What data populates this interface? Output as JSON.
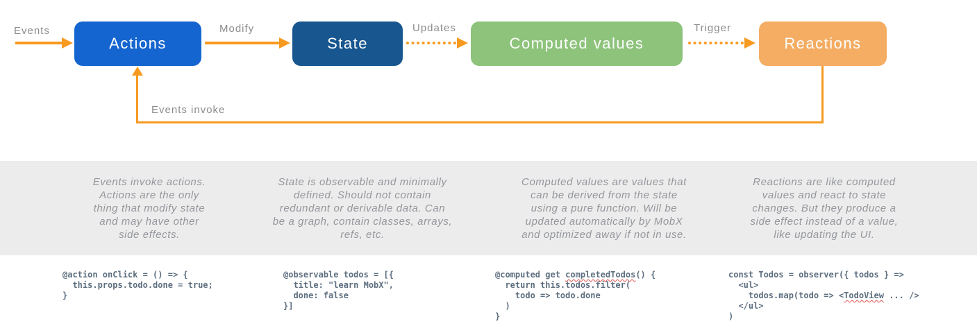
{
  "colors": {
    "arrow_orange": "#f79a1f",
    "band_gray": "#ececec",
    "label_gray": "#8c8c8c",
    "description_gray": "#94969c",
    "code_slate": "#5d6e7f",
    "squiggle_red": "#e0524f",
    "actions_blue": "#1565d0",
    "state_blue": "#17568f",
    "computed_green": "#8dc37b",
    "reactions_orange": "#f4ad63"
  },
  "diagram": {
    "nodes": [
      {
        "label": "Actions",
        "color": "#1565d0"
      },
      {
        "label": "State",
        "color": "#17568f"
      },
      {
        "label": "Computed values",
        "color": "#8dc37b"
      },
      {
        "label": "Reactions",
        "color": "#f4ad63"
      }
    ],
    "edges": [
      {
        "label": "Events",
        "style": "solid"
      },
      {
        "label": "Modify",
        "style": "solid"
      },
      {
        "label": "Updates",
        "style": "dotted"
      },
      {
        "label": "Trigger",
        "style": "dotted"
      },
      {
        "label": "Events invoke",
        "style": "solid-feedback"
      }
    ]
  },
  "descriptions": [
    {
      "text": "Events invoke actions.\nActions are the only\nthing that modify state\nand may have other\nside effects."
    },
    {
      "text": "State is observable and minimally\ndefined. Should not contain\nredundant or derivable data. Can\nbe a graph, contain classes, arrays,\nrefs, etc."
    },
    {
      "text": "Computed values are values that\ncan be derived from the state\nusing a pure function. Will be\nupdated automatically by MobX\nand optimized away if not in use."
    },
    {
      "text": "Reactions are like computed\nvalues and react to state\nchanges. But they produce a\nside effect instead of a value,\nlike updating the UI."
    }
  ],
  "code_samples": [
    {
      "text": "@action onClick = () => {\n  this.props.todo.done = true;\n}"
    },
    {
      "text": "@observable todos = [{\n  title: \"learn MobX\",\n  done: false\n}]"
    },
    {
      "pre": "@computed get ",
      "misspelled": "completedTodos",
      "post": "() {\n  return this.todos.filter(\n    todo => todo.done\n  )\n}"
    },
    {
      "pre": "const Todos = observer({ todos } =>\n  <ul>\n    todos.map(todo => <",
      "misspelled": "TodoView",
      "post": " ... />\n  </ul>\n)"
    }
  ]
}
